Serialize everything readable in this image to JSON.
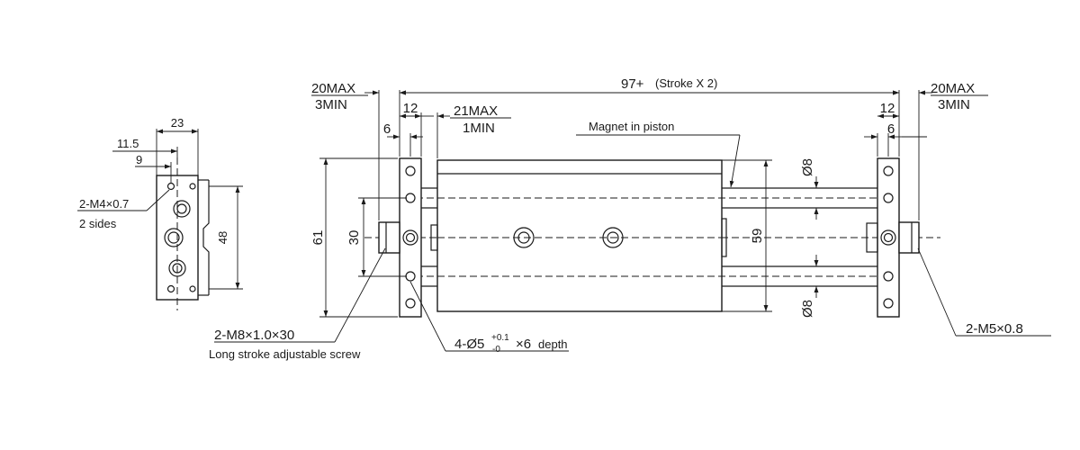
{
  "side_view": {
    "dim_width": "23",
    "dim_offset": "11.5",
    "dim_edge": "9",
    "dim_height": "48",
    "thread_label": "2-M4×0.7",
    "thread_note": "2 sides"
  },
  "main_view": {
    "overall_length": "97+",
    "overall_note": "(Stroke X 2)",
    "left_adjust_max": "20MAX",
    "left_adjust_min": "3MIN",
    "right_adjust_max": "20MAX",
    "right_adjust_min": "3MIN",
    "left_plate_12": "12",
    "left_plate_6": "6",
    "right_plate_12": "12",
    "right_plate_6": "6",
    "body_gap_max": "21MAX",
    "body_gap_min": "1MIN",
    "magnet_label": "Magnet in piston",
    "rod_dia_top": "Ø8",
    "rod_dia_bottom": "Ø8",
    "height_61": "61",
    "height_30": "30",
    "height_59": "59",
    "screw_label": "2-M8×1.0×30",
    "screw_note": "Long stroke adjustable screw",
    "hole_prefix": "4-Ø5",
    "hole_tol_plus": "+0.1",
    "hole_tol_minus": "-0",
    "hole_suffix": "×6",
    "hole_depth": "depth",
    "port_label": "2-M5×0.8"
  }
}
